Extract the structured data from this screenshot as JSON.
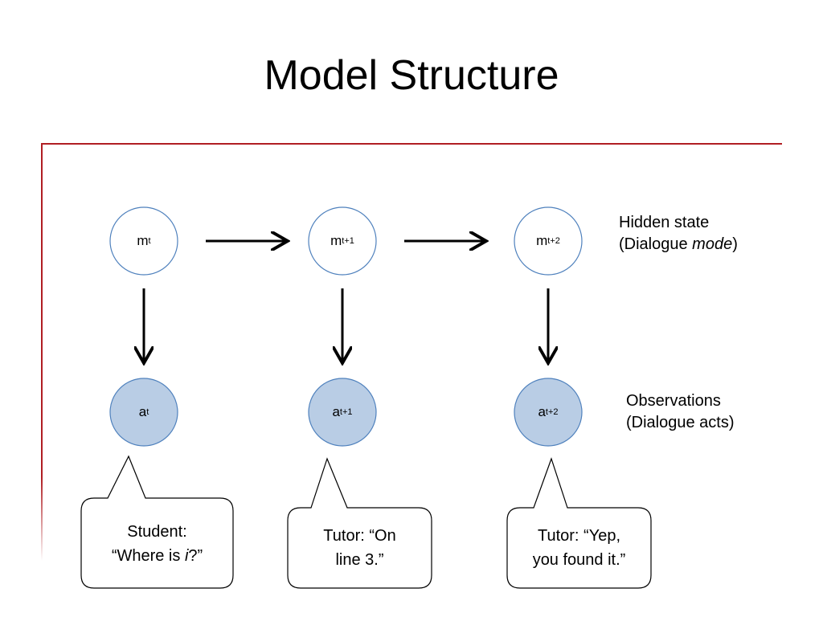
{
  "title": "Model Structure",
  "nodes": {
    "hidden": [
      {
        "base": "m",
        "sub": "t"
      },
      {
        "base": "m",
        "sub": "t+1"
      },
      {
        "base": "m",
        "sub": "t+2"
      }
    ],
    "observed": [
      {
        "base": "a",
        "sub": "t"
      },
      {
        "base": "a",
        "sub": "t+1"
      },
      {
        "base": "a",
        "sub": "t+2"
      }
    ]
  },
  "labels": {
    "hidden_line1": "Hidden state",
    "hidden_line2_prefix": "(Dialogue ",
    "hidden_line2_em": "mode",
    "hidden_line2_suffix": ")",
    "observed_line1": "Observations",
    "observed_line2": "(Dialogue acts)"
  },
  "bubbles": [
    {
      "line1": "Student:",
      "line2_prefix": "“Where is ",
      "line2_em": "i",
      "line2_suffix": "?”"
    },
    {
      "line1": "Tutor: “On",
      "line2": "line 3.”"
    },
    {
      "line1": "Tutor: “Yep,",
      "line2": "you found it.”"
    }
  ],
  "colors": {
    "frame": "#b01e23",
    "hidden_fill": "#ffffff",
    "node_stroke": "#4f81bd",
    "observed_fill": "#b9cde5",
    "arrow": "#000000"
  }
}
